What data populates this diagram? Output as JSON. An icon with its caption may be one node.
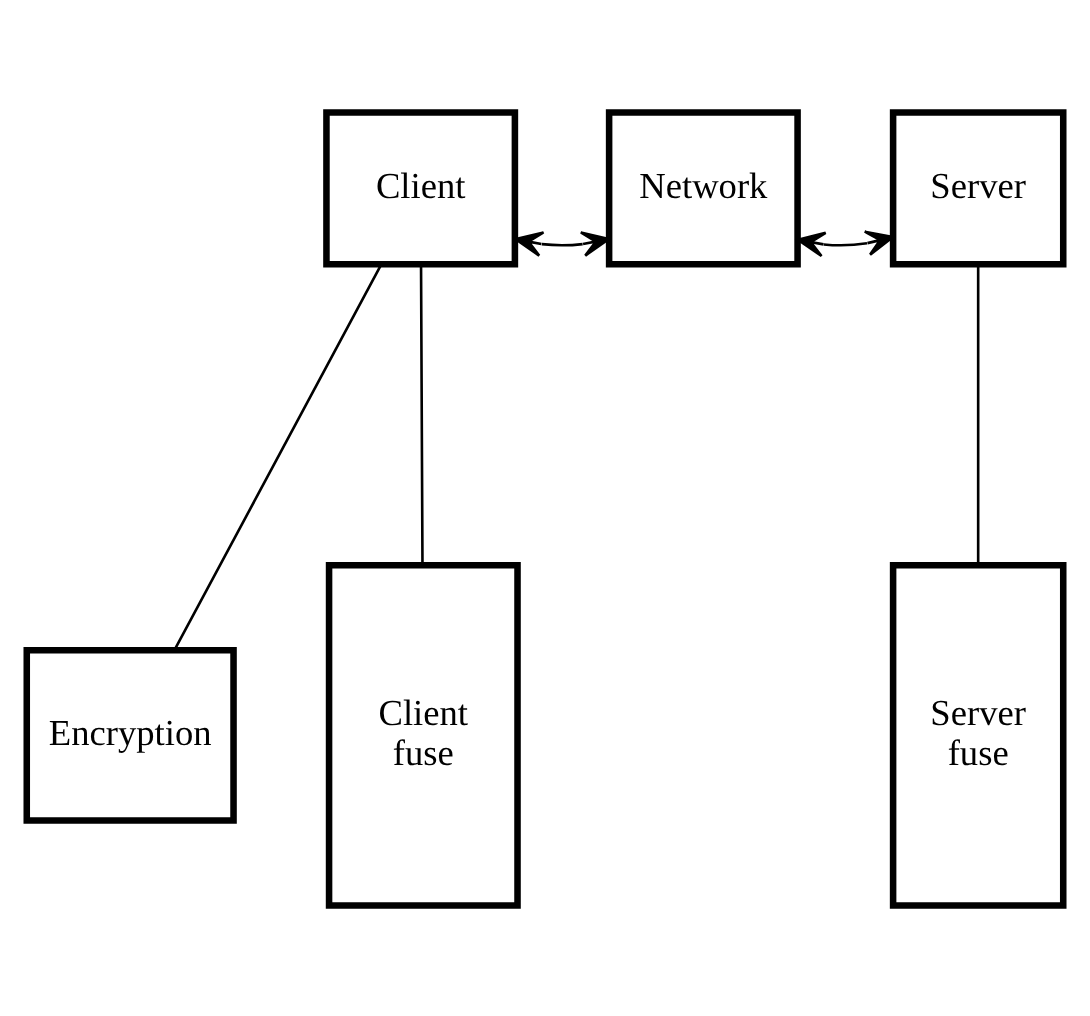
{
  "diagram": {
    "nodes": [
      {
        "text": [
          "Client"
        ]
      },
      {
        "text": [
          "Network"
        ]
      },
      {
        "text": [
          "Server"
        ]
      },
      {
        "text": [
          "Encryption"
        ]
      },
      {
        "text": [
          "Client fuse"
        ]
      },
      {
        "text": [
          "Server fuse"
        ]
      }
    ],
    "edges": [
      {
        "from": 0,
        "to": 1,
        "arrow": "both"
      },
      {
        "from": 1,
        "to": 2,
        "arrow": "both"
      },
      {
        "from": 0,
        "to": 3,
        "arrow": "none"
      },
      {
        "from": 0,
        "to": 4,
        "arrow": "none"
      },
      {
        "from": 2,
        "to": 5,
        "arrow": "none"
      }
    ]
  }
}
